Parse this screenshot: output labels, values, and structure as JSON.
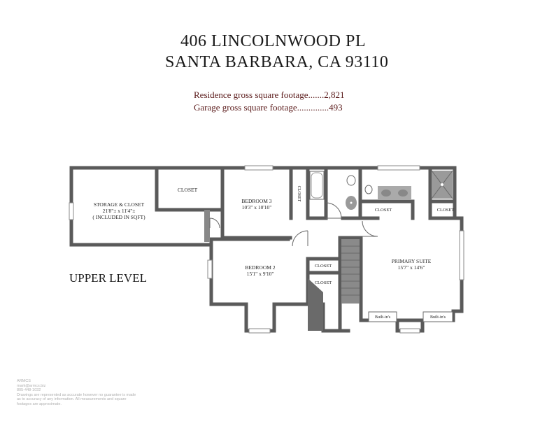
{
  "header": {
    "address_line1": "406 LINCOLNWOOD PL",
    "address_line2": "SANTA BARBARA, CA 93110",
    "residence_sqft": "Residence gross square footage.......2,821",
    "garage_sqft": "Garage gross square footage..............493"
  },
  "level_label": "UPPER LEVEL",
  "rooms": {
    "storage": {
      "name": "STORAGE & CLOSET",
      "dims": "21'8\"± x 11'4\"±",
      "note": "( INCLUDED IN SQFT)"
    },
    "closet_storage": {
      "name": "CLOSET"
    },
    "bedroom3": {
      "name": "BEDROOM 3",
      "dims": "10'3\" x 10'10\""
    },
    "closet_b3": {
      "name": "CLOSET"
    },
    "closet_bath": {
      "name": "CLOSET"
    },
    "closet_primary": {
      "name": "CLOSET"
    },
    "bedroom2": {
      "name": "BEDROOM 2",
      "dims": "15'1\" x 9'10\""
    },
    "closet_b2_small": {
      "name": "CLOSET"
    },
    "closet_b2": {
      "name": "CLOSET"
    },
    "primary_suite": {
      "name": "PRIMARY SUITE",
      "dims": "15'7\" x 14'6\""
    },
    "builtin_left": {
      "name": "Built-in's"
    },
    "builtin_right": {
      "name": "Built-in's"
    }
  },
  "footer": {
    "company": "ARMCS",
    "email": "mark@armcs.biz",
    "phone": "805-448-1032",
    "disclaimer": [
      "Drawings are represented as accurate however no guarantee is made",
      "as to accuracy of any information. All measurements and square",
      "footages are approximate."
    ]
  },
  "colors": {
    "wall": "#5a5a5a",
    "fixture": "#888888",
    "text": "#222222",
    "sqft_text": "#5a1a1a"
  }
}
